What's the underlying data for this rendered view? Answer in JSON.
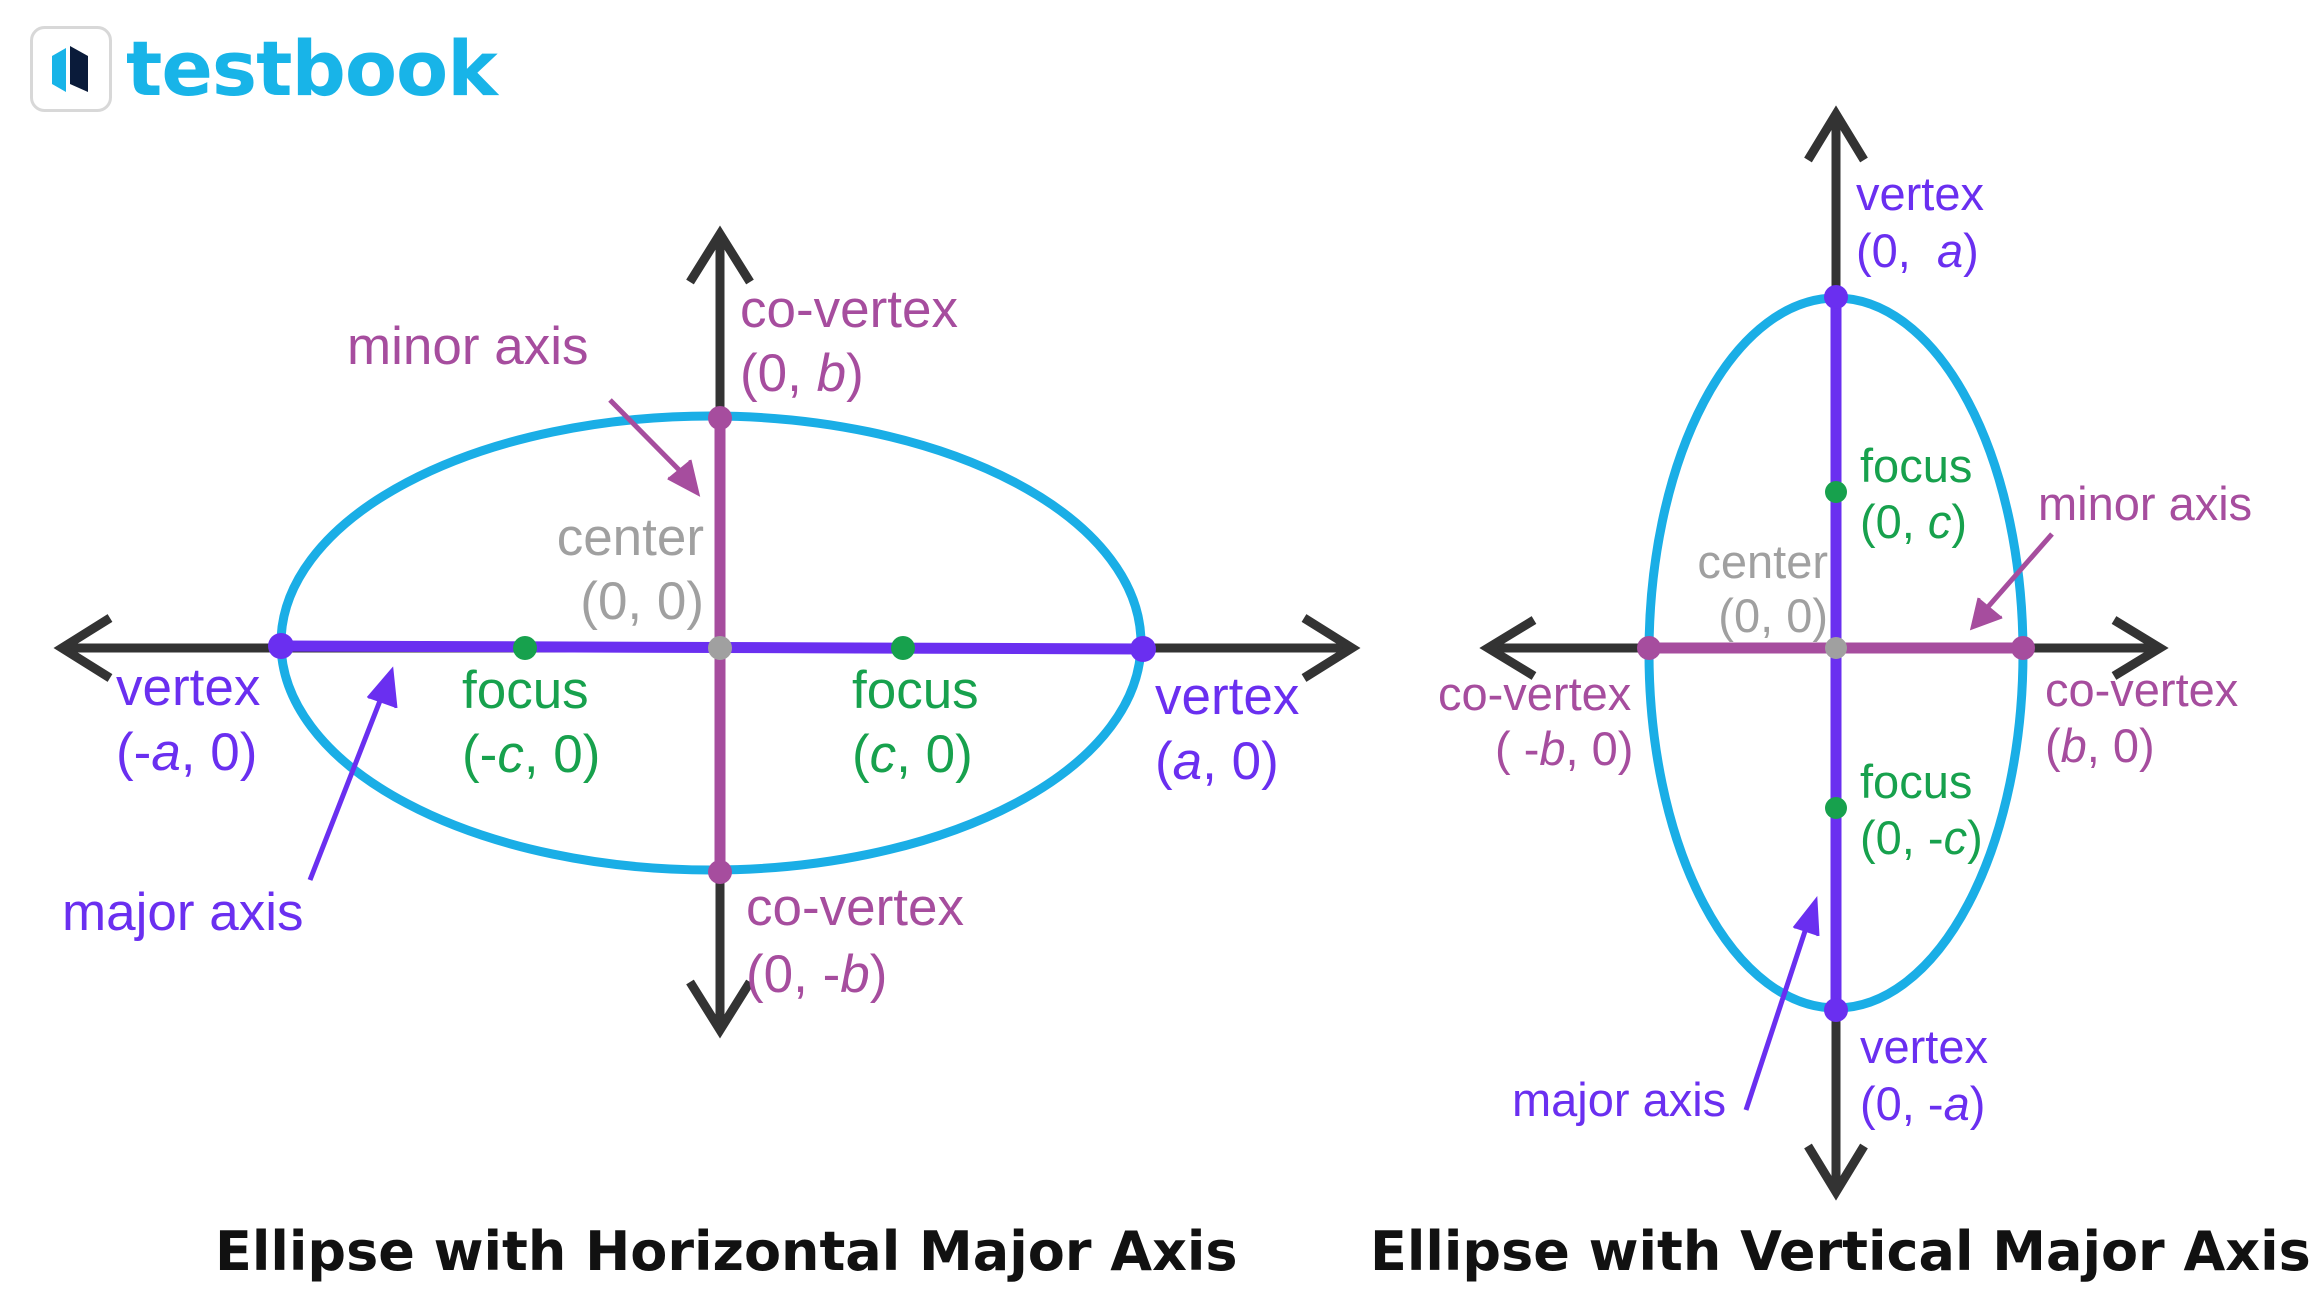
{
  "brand": {
    "name": "testbook",
    "color": "#18b4e8",
    "icon": "testbook-logo-icon"
  },
  "colors": {
    "ellipse": "#1aaee6",
    "axis_arrows": "#333333",
    "major_axis": "#6a2ff0",
    "minor_axis": "#a64d9e",
    "focus": "#17a14d",
    "center": "#a0a0a0"
  },
  "horizontal": {
    "caption": "Ellipse with Horizontal Major Axis",
    "minor_axis_label": "minor axis",
    "co_vertex_top": {
      "word": "co-vertex",
      "open": "(0, ",
      "var": "b",
      "close": ")"
    },
    "center": {
      "word": "center",
      "coord": "(0, 0)"
    },
    "vertex_left": {
      "word": "vertex",
      "open": "(-",
      "var": "a",
      "close": ", 0)"
    },
    "focus_left": {
      "word": "focus",
      "open": "(-",
      "var": "c",
      "close": ", 0)"
    },
    "focus_right": {
      "word": "focus",
      "open": "(",
      "var": "c",
      "close": ", 0)"
    },
    "vertex_right": {
      "word": "vertex",
      "open": "(",
      "var": "a",
      "close": ", 0)"
    },
    "major_axis_label": "major axis",
    "co_vertex_bottom": {
      "word": "co-vertex",
      "open": "(0, -",
      "var": "b",
      "close": ")"
    }
  },
  "vertical": {
    "caption": "Ellipse with Vertical Major Axis",
    "vertex_top": {
      "word": "vertex",
      "open": "(0,  ",
      "var": "a",
      "close": ")"
    },
    "focus_top": {
      "word": "focus",
      "open": "(0, ",
      "var": "c",
      "close": ")"
    },
    "minor_axis_label": "minor axis",
    "center": {
      "word": "center",
      "coord": "(0, 0)"
    },
    "co_vertex_left": {
      "word": "co-vertex",
      "open": "( -",
      "var": "b",
      "close": ", 0)"
    },
    "co_vertex_right": {
      "word": "co-vertex",
      "open": "(",
      "var": "b",
      "close": ", 0)"
    },
    "focus_bottom": {
      "word": "focus",
      "open": "(0, -",
      "var": "c",
      "close": ")"
    },
    "major_axis_label": "major axis",
    "vertex_bottom": {
      "word": "vertex",
      "open": "(0, -",
      "var": "a",
      "close": ")"
    }
  }
}
